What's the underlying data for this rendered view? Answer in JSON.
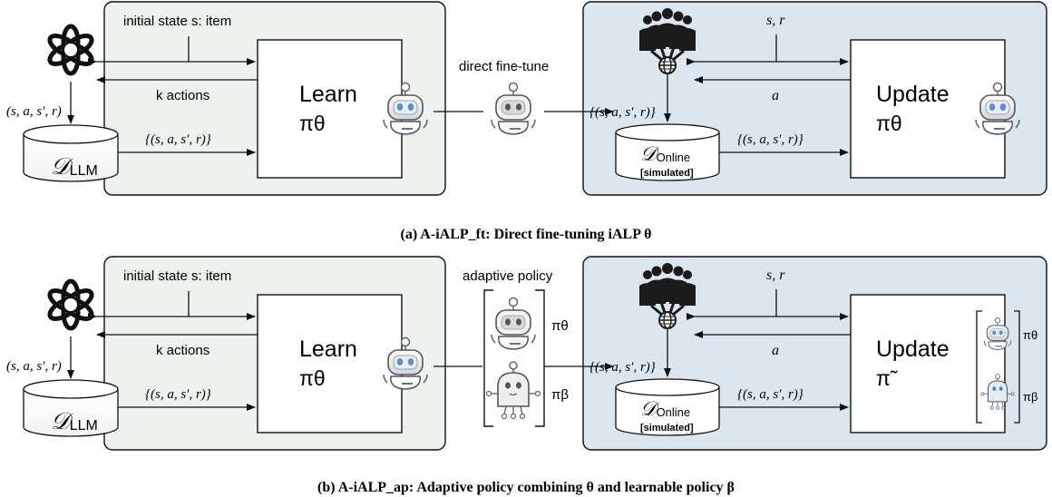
{
  "colors": {
    "left_panel": "#EDF2EE",
    "right_panel": "#DCE6EF",
    "stroke": "#111111"
  },
  "icons": [
    "openai-logo-icon",
    "robot-icon",
    "beta-robot-icon",
    "crowd-globe-icon",
    "database-icon"
  ],
  "panel_a": {
    "initial_state_label": "initial state s: item",
    "k_actions_label": "k actions",
    "transition_label": "(s, a, s′, r)",
    "transition_set_label": "{(s, a, s′, r)}",
    "db_llm_label": "𝒟",
    "db_llm_sub": "LLM",
    "learn_title": "Learn",
    "learn_policy": "πθ",
    "middle_label": "direct fine-tune",
    "sr_label": "s, r",
    "a_label": "a",
    "online_transition_label": "{(s, a, s′, r)}",
    "online_transition_set_label": "{(s, a, s′, r)}",
    "db_online_label": "𝒟",
    "db_online_sub": "Online",
    "db_online_note": "[simulated]",
    "update_title": "Update",
    "update_policy": "πθ",
    "caption": "(a) A-iALP_ft: Direct fine-tuning iALP θ"
  },
  "panel_b": {
    "initial_state_label": "initial state s: item",
    "k_actions_label": "k actions",
    "transition_label": "(s, a, s′, r)",
    "transition_set_label": "{(s, a, s′, r)}",
    "db_llm_label": "𝒟",
    "db_llm_sub": "LLM",
    "learn_title": "Learn",
    "learn_policy": "πθ",
    "middle_label": "adaptive policy",
    "pi_theta": "πθ",
    "pi_beta": "πβ",
    "sr_label": "s, r",
    "a_label": "a",
    "online_transition_label": "{(s, a, s′, r)}",
    "online_transition_set_label": "{(s, a, s′, r)}",
    "db_online_label": "𝒟",
    "db_online_sub": "Online",
    "db_online_note": "[simulated]",
    "update_title": "Update",
    "update_policy": "π̃",
    "update_pi_theta": "πθ",
    "update_pi_beta": "πβ",
    "caption": "(b) A-iALP_ap: Adaptive policy combining θ and learnable policy β"
  }
}
